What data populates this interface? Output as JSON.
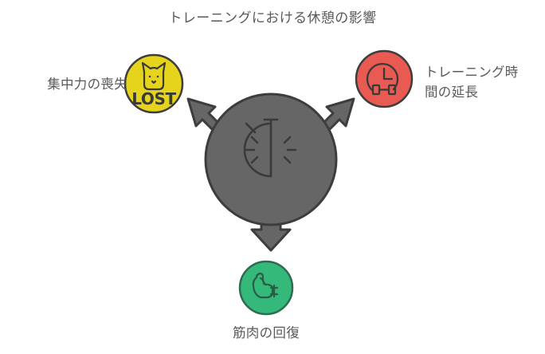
{
  "diagram": {
    "title": "トレーニングにおける休憩の影響",
    "type": "radial-impact-diagram",
    "background_color": "#ffffff",
    "title_color": "#595959",
    "label_color": "#5a5a5a",
    "center": {
      "name": "rest-break-hub",
      "icon": "half-stopwatch-icon",
      "fill_color": "#666666",
      "stroke_color": "#3d3d3d",
      "icon_color": "#3a3a3a"
    },
    "arrows": [
      {
        "name": "arrow-to-focus-loss",
        "direction": "up-left",
        "color": "#666666",
        "stroke": "#3d3d3d"
      },
      {
        "name": "arrow-to-longer-training",
        "direction": "up-right",
        "color": "#666666",
        "stroke": "#3d3d3d"
      },
      {
        "name": "arrow-to-muscle-recovery",
        "direction": "down",
        "color": "#666666",
        "stroke": "#3d3d3d"
      }
    ],
    "nodes": [
      {
        "id": "focus-loss",
        "label_lines": [
          "集中力の喪失"
        ],
        "label_position": "left",
        "icon": "lost-cat-icon",
        "icon_text": "LOST",
        "fill_color": "#E5D41B",
        "stroke_color": "#3d3d3d",
        "icon_color": "#3a3a3a"
      },
      {
        "id": "longer-training-time",
        "label_lines": [
          "トレーニング時",
          "間の延長"
        ],
        "label_position": "right",
        "icon": "clock-dumbbell-icon",
        "fill_color": "#E85A52",
        "stroke_color": "#3d3d3d",
        "icon_color": "#3a3a3a"
      },
      {
        "id": "muscle-recovery",
        "label_lines": [
          "筋肉の回復"
        ],
        "label_position": "bottom",
        "icon": "flexed-bicep-dumbbell-icon",
        "fill_color": "#34B97A",
        "stroke_color": "#2f6b50",
        "icon_color": "#2b5c45"
      }
    ]
  }
}
